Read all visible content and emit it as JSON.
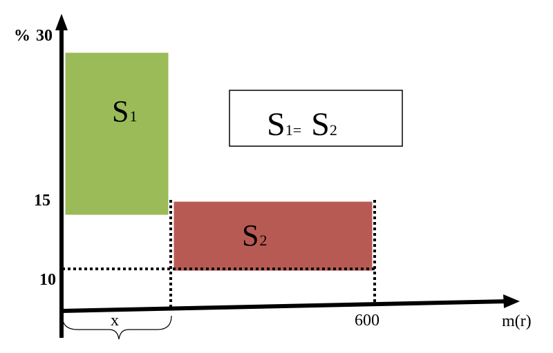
{
  "diagram": {
    "y_axis": {
      "unit_label": "%",
      "ticks": [
        "30",
        "15",
        "10"
      ]
    },
    "x_axis": {
      "unit_label": "m(r)",
      "tick": "600",
      "unknown_label": "x"
    },
    "regions": [
      {
        "id": "S1",
        "letter": "S",
        "subscript": "1",
        "color": "#9BBB59"
      },
      {
        "id": "S2",
        "letter": "S",
        "subscript": "2",
        "color": "#B85A54"
      }
    ],
    "equation": {
      "lhs_letter": "S",
      "lhs_sub": "1",
      "equals": "=",
      "rhs_letter": "S",
      "rhs_sub": "2"
    }
  }
}
